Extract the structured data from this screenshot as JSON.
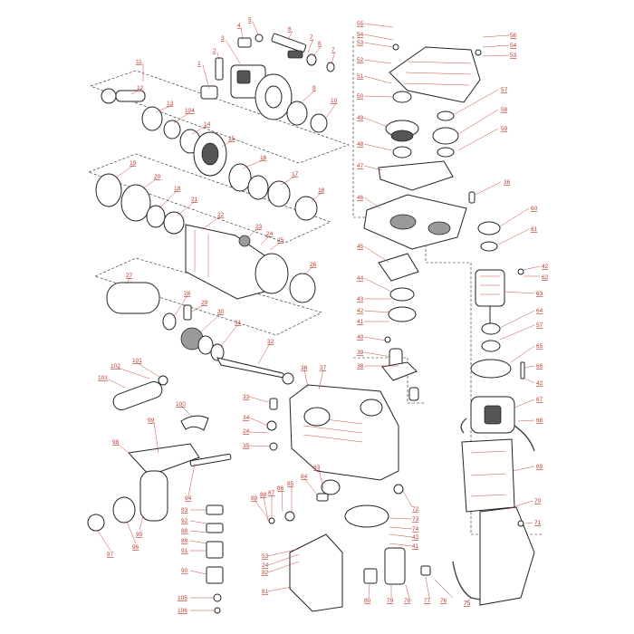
{
  "diagram": {
    "type": "exploded-parts-diagram",
    "callout_color": "#c0392b",
    "callouts": [
      "1",
      "2",
      "3",
      "4",
      "5",
      "6",
      "7",
      "8",
      "9",
      "10",
      "11",
      "12",
      "13",
      "14",
      "15",
      "16",
      "17",
      "18",
      "19",
      "20",
      "21",
      "22",
      "23",
      "24",
      "25",
      "26",
      "27",
      "28",
      "29",
      "30",
      "31",
      "32",
      "33",
      "34",
      "35",
      "36",
      "37",
      "38",
      "39",
      "40",
      "41",
      "42",
      "43",
      "44",
      "45",
      "46",
      "47",
      "48",
      "49",
      "50",
      "51",
      "52",
      "53",
      "54",
      "55",
      "56",
      "57",
      "58",
      "59",
      "60",
      "61",
      "62",
      "63",
      "64",
      "65",
      "66",
      "67",
      "68",
      "69",
      "70",
      "71",
      "72",
      "73",
      "74",
      "75",
      "76",
      "77",
      "78",
      "79",
      "80",
      "81",
      "82",
      "83",
      "84",
      "85",
      "86",
      "87",
      "88",
      "89",
      "90",
      "91",
      "92",
      "93",
      "94",
      "95",
      "96",
      "97",
      "98",
      "99",
      "100",
      "101",
      "102",
      "103",
      "104",
      "105",
      "106"
    ]
  }
}
